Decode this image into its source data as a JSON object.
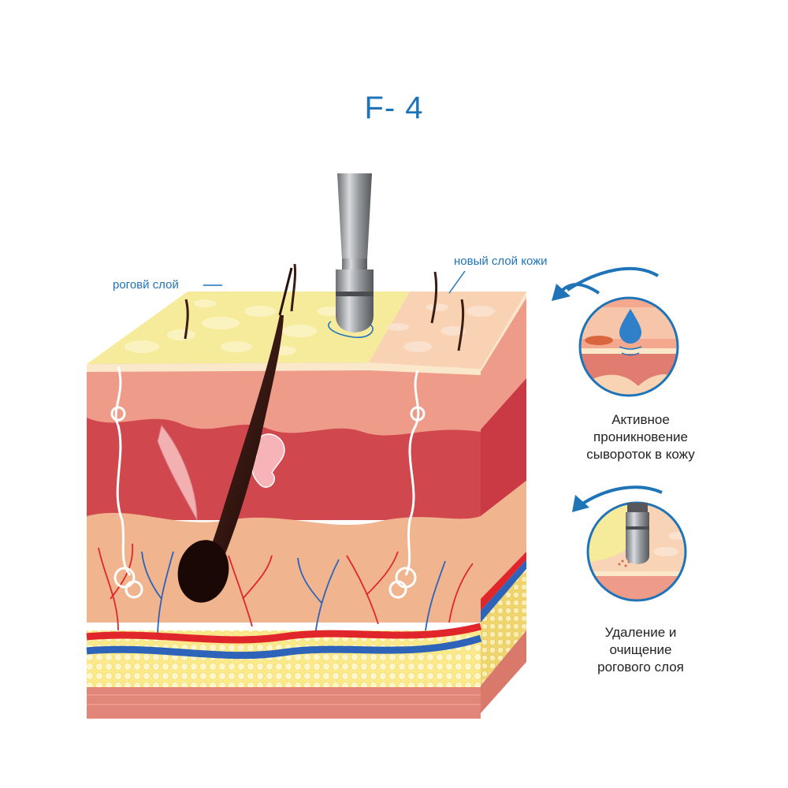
{
  "title": "F- 4",
  "labels": {
    "stratum_corneum": "роговй слой",
    "new_skin_layer": "новый слой кожи"
  },
  "captions": {
    "active_penetration": [
      "Активное",
      "проникновение",
      "сывороток в кожу"
    ],
    "removal": [
      "Удаление и",
      "очищение",
      "рогового слоя"
    ]
  },
  "colors": {
    "accent": "#1f74b8",
    "old_layer": "#f5eb9b",
    "new_layer": "#f7c9a8",
    "dermis": "#e58a80",
    "deep_dermis": "#d0474e",
    "fat": "#fff3a6",
    "artery": "#e0262b",
    "vein": "#2d63b8"
  },
  "icons": [
    "curved-arrow-icon",
    "serum-drop-icon",
    "probe-icon",
    "hair-icon"
  ]
}
